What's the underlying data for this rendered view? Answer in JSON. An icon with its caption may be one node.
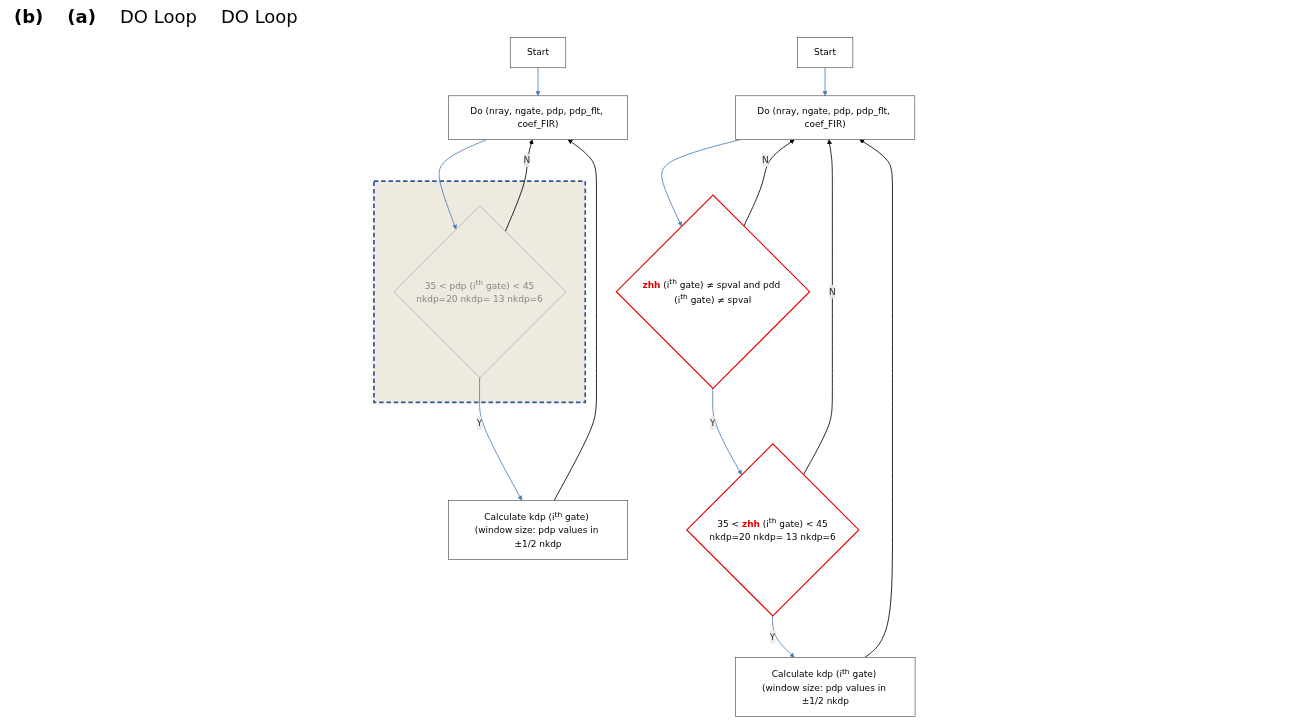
{
  "diagram": {
    "nodes": [
      {
        "text": [
          "Start"
        ]
      },
      {
        "text": [
          "Do (nray, ngate, pdp, pdp_flt, coef_FIR)"
        ]
      },
      {
        "text": [],
        "shape": "box"
      },
      {
        "text": [
          "35 < pdp (i$^{th}$ gate) < 45",
          "nkdp=20    nkdp= 13  nkdp=6"
        ],
        "in": 2
      },
      {
        "text": [
          "Calculate kdp (i$^{th}$ gate) (window size: pdp values in ±1/2 nkdp"
        ]
      },
      {
        "text": [
          "Start"
        ]
      },
      {
        "text": [
          "Do (nray, ngate, pdp, pdp_flt, coef_FIR)"
        ]
      },
      {
        "text": [
          "**zhh** (i$^{th}$ gate) ≠ spval and pdd (i$^{th}$ gate) ≠ spval"
        ]
      },
      {
        "text": [
          "35 < **zhh** (i$^{th}$ gate) < 45",
          "nkdp=20    nkdp= 13  nkdp=6"
        ]
      },
      {
        "text": [
          "Calculate kdp (i$^{th}$ gate) (window size: pdp values in ±1/2 nkdp"
        ]
      }
    ],
    "edges": [
      {
        "from": 0,
        "to": 1,
        "arrow": "to"
      },
      {
        "from": 1,
        "to": 3,
        "arrow": "to"
      },
      {
        "from": 3,
        "to": 1,
        "arrow": "to",
        "label": "N",
        "color": "#000000"
      },
      {
        "from": 3,
        "to": 4,
        "arrow": "to",
        "label": "Y"
      },
      {
        "from": 4,
        "to": 1,
        "arrow": "to",
        "color": "#000000"
      },
      {
        "from": 5,
        "to": 6,
        "arrow": "to"
      },
      {
        "from": 6,
        "to": 7,
        "arrow": "to"
      },
      {
        "from": 7,
        "to": 6,
        "arrow": "to",
        "label": "N",
        "color": "#000000"
      },
      {
        "from": 7,
        "to": 8,
        "arrow": "to",
        "label": "Y"
      },
      {
        "from": 8,
        "to": 6,
        "arrow": "to",
        "label": "N",
        "color": "#000000"
      },
      {
        "from": 8,
        "to": 9,
        "arrow": "to",
        "label": "Y"
      },
      {
        "from": 9,
        "to": 6,
        "arrow": "to",
        "color": "#000000"
      }
    ],
    "labels": [
      "(b)",
      "(a)",
      "DO Loop",
      "DO Loop"
    ]
  }
}
